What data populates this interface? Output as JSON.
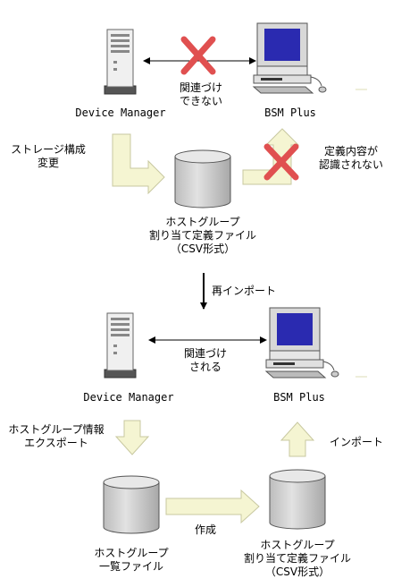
{
  "top": {
    "server_label": "Device Manager",
    "pc_label": "BSM Plus",
    "link_label_1": "関連づけ",
    "link_label_2": "できない",
    "storage_change_1": "ストレージ構成",
    "storage_change_2": "変更",
    "not_recognized_1": "定義内容が",
    "not_recognized_2": "認識されない",
    "file_1": "ホストグループ",
    "file_2": "割り当て定義ファイル",
    "file_3": "（CSV形式）"
  },
  "reimport_label": "再インポート",
  "bottom": {
    "server_label": "Device Manager",
    "pc_label": "BSM Plus",
    "link_label_1": "関連づけ",
    "link_label_2": "される",
    "export_1": "ホストグループ情報",
    "export_2": "エクスポート",
    "import_label": "インポート",
    "create_label": "作成",
    "list_file_1": "ホストグループ",
    "list_file_2": "一覧ファイル",
    "def_file_1": "ホストグループ",
    "def_file_2": "割り当て定義ファイル",
    "def_file_3": "（CSV形式）"
  },
  "colors": {
    "arrow_fill": "#f5f5d2",
    "arrow_stroke": "#c8c8a0",
    "cross": "#e05050",
    "screen": "#2a2ab0",
    "cylinder": "#d4d4d4"
  }
}
